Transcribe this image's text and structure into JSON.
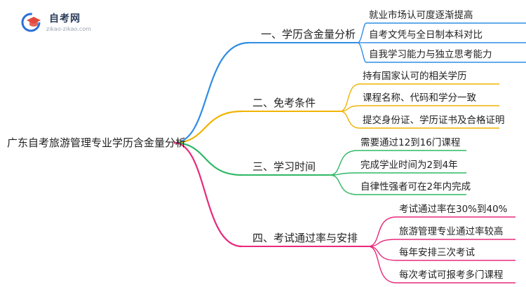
{
  "logo": {
    "title": "自考网",
    "subtitle": "zikao-zikao.com"
  },
  "root": {
    "label": "广东自考旅游管理专业学历含金量分析"
  },
  "colors": {
    "branch1": "#2f8de4",
    "branch2": "#f0b400",
    "branch3": "#2fb865",
    "branch4": "#e62a7c",
    "text": "#222222",
    "root_line": "#b23a6a"
  },
  "branches": [
    {
      "label": "一、学历含金量分析",
      "color": "#2f8de4",
      "leaves": [
        "就业市场认可度逐渐提高",
        "自考文凭与全日制本科对比",
        "自我学习能力与独立思考能力"
      ]
    },
    {
      "label": "二、免考条件",
      "color": "#f0b400",
      "leaves": [
        "持有国家认可的相关学历",
        "课程名称、代码和学分一致",
        "提交身份证、学历证书及合格证明"
      ]
    },
    {
      "label": "三、学习时间",
      "color": "#2fb865",
      "leaves": [
        "需要通过12到16门课程",
        "完成学业时间为2到4年",
        "自律性强者可在2年内完成"
      ]
    },
    {
      "label": "四、考试通过率与安排",
      "color": "#e62a7c",
      "leaves": [
        "考试通过率在30%到40%",
        "旅游管理专业通过率较高",
        "每年安排三次考试",
        "每次考试可报考多门课程"
      ]
    }
  ]
}
